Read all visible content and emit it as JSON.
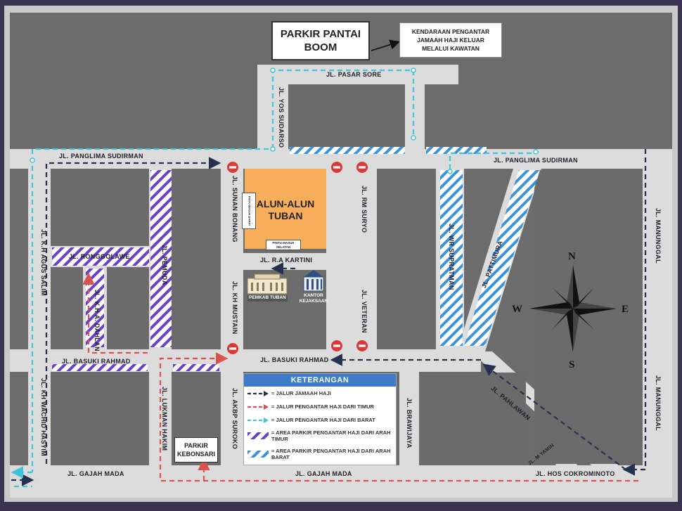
{
  "title_box": {
    "line1": "PARKIR PANTAI",
    "line2": "BOOM"
  },
  "note_box": {
    "line1": "KENDARAAN PENGANTAR",
    "line2": "JAMAAH HAJI KELUAR",
    "line3": "MELALUI KAWATAN"
  },
  "landmarks": {
    "alun_alun_line1": "ALUN-ALUN",
    "alun_alun_line2": "TUBAN",
    "pintu_barat": "PINTU MASUK BARAT",
    "pintu_selatan": "PINTU MASUK SELATAN",
    "pemkab": "PEMKAB TUBAN",
    "kejaksaan_line1": "KANTOR",
    "kejaksaan_line2": "KEJAKSAAN",
    "parkir_kebonsari_line1": "PARKIR",
    "parkir_kebonsari_line2": "KEBONSARI"
  },
  "streets": {
    "pasar_sore": "JL. PASAR SORE",
    "yos_sudarso": "JL. YOS SUDARSO",
    "panglima_sudirman_left": "JL. PANGLIMA SUDIRMAN",
    "panglima_sudirman_right": "JL. PANGLIMA SUDIRMAN",
    "sunan_bonang": "JL. SUNAN BONANG",
    "rm_suryo": "JL. RM SURYO",
    "kh_agus_salim": "JL. K.H AGUS SALIM",
    "ronggolawe": "JL. RONGGOLAWE",
    "kh_a_dahlan": "JL. K.H A. DAHLAN",
    "pemuda": "JL. PEMUDA",
    "ra_kartini": "JL. R.A KARTINI",
    "kh_mustain": "JL. KH MUSTAIN",
    "veteran": "JL. VETERAN",
    "wr_supratman": "JL. WR SUPRATMAN",
    "pattimura": "JL. PATTIMURA",
    "manunggal_top": "JL. MANUNGGAL",
    "manunggal_bottom": "JL. MANUNGGAL",
    "basuki_rahmad_left": "JL. BASUKI RAHMAD",
    "basuki_rahmad_mid": "JL. BASUKI RAHMAD",
    "kh_wachid_hasyim": "JL. KH WACHID HASYIM",
    "lukman_hakim": "JL. LUKMAN HAKIM",
    "akbp_suroko": "JL. AKBP SUROKO",
    "brawijaya": "JL. BRAWIJAYA",
    "pahlawan": "JL. PAHLAWAN",
    "m_yamin": "JL. M YAMIN",
    "gajah_mada_left": "JL. GAJAH MADA",
    "gajah_mada_mid": "JL. GAJAH MADA",
    "hos_cokrominoto": "JL. HOS COKROMINOTO"
  },
  "legend": {
    "title": "KETERANGAN",
    "items": [
      {
        "label": "= JALUR JAMAAH HAJI",
        "style": "dash-navy"
      },
      {
        "label": "= JALUR PENGANTAR HAJI DARI TIMUR",
        "style": "dash-red"
      },
      {
        "label": "= JALUR PENGANTAR HAJI DARI BARAT",
        "style": "dash-cyan"
      },
      {
        "label": "= AREA PARKIR PENGANTAR HAJI DARI ARAH TIMUR",
        "style": "hatch-purple"
      },
      {
        "label": "= AREA PARKIR PENGANTAR HAJI DARI ARAH BARAT",
        "style": "hatch-blue"
      }
    ]
  },
  "compass": {
    "n": "N",
    "s": "S",
    "e": "E",
    "w": "W"
  },
  "colors": {
    "navy_route": "#27304f",
    "red_route": "#d9534f",
    "cyan_route": "#3fc4de",
    "purple_parking": "#6b3fc7",
    "blue_parking": "#3d93d6",
    "alun_alun": "#f6ae5b",
    "road": "#dcdcdc",
    "block": "#6b6b6b",
    "frame": "#3b3450",
    "no_entry": "#d83a3a"
  }
}
